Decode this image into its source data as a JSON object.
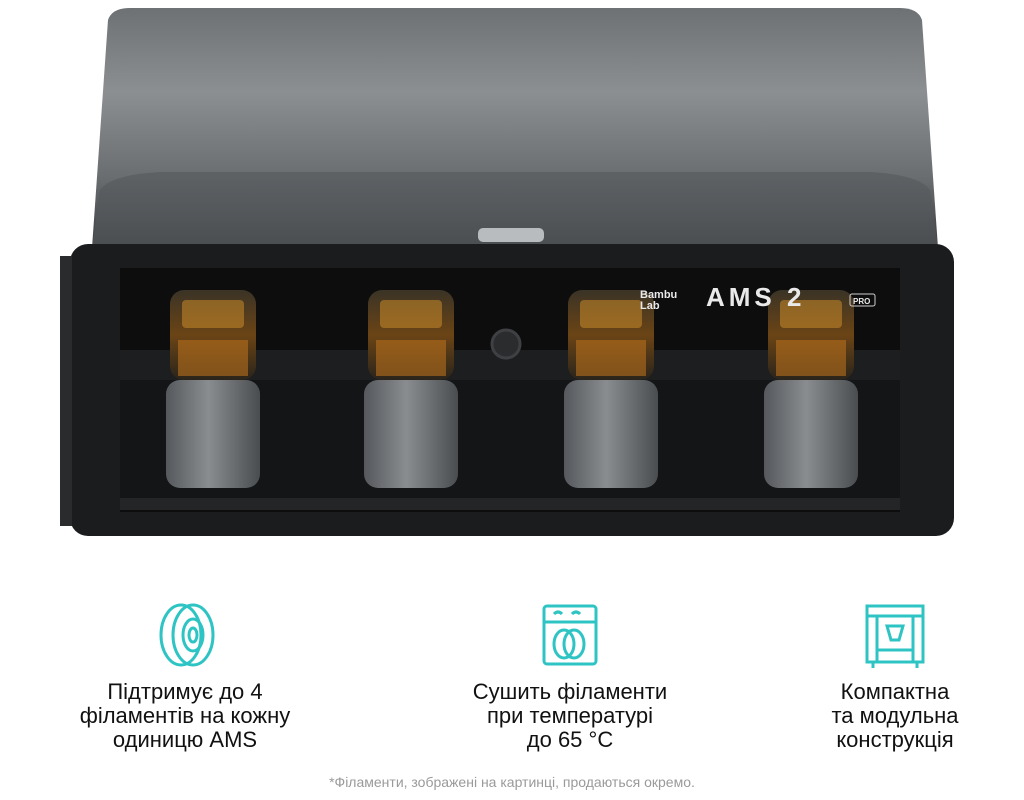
{
  "product": {
    "brand_line1": "Bambu",
    "brand_line2": "Lab",
    "model": "AMS 2",
    "model_badge": "PRO"
  },
  "features": [
    {
      "icon": "filament-spool-icon",
      "lines": [
        "Підтримує до 4",
        "філаментів на кожну",
        "одиницю AMS"
      ]
    },
    {
      "icon": "drying-box-icon",
      "lines": [
        "Сушить філаменти",
        "при температурі",
        "до 65 °C"
      ]
    },
    {
      "icon": "modular-frame-icon",
      "lines": [
        "Компактна",
        "та модульна",
        "конструкція"
      ]
    }
  ],
  "footnote": "*Філаменти, зображені на картинці, продаються окремо.",
  "colors": {
    "accent": "#2ec4c4",
    "device_body": "#1b1c1e",
    "lid": "#7a7d80"
  }
}
